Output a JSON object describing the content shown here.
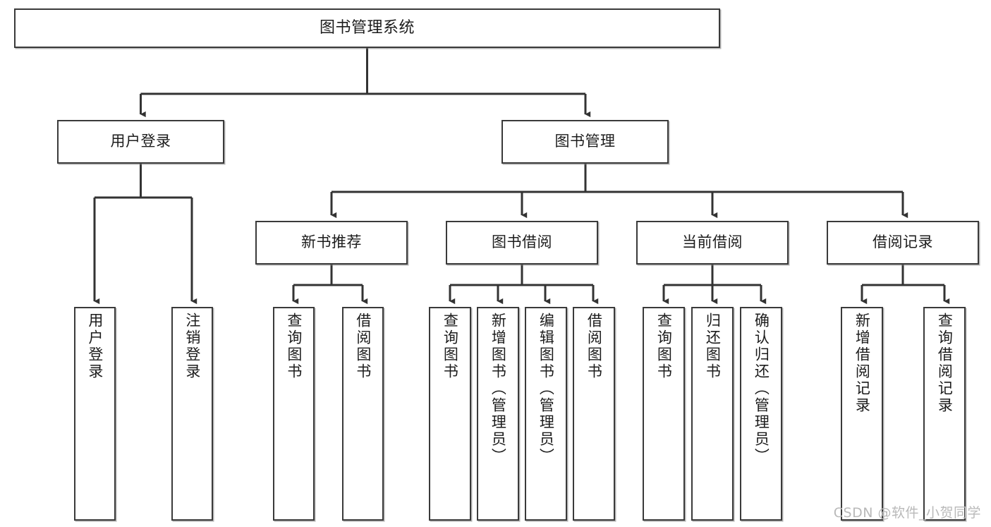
{
  "diagram": {
    "type": "tree-hierarchy",
    "title": "图书管理系统",
    "watermark": "CSDN @软件_小贺同学",
    "colors": {
      "background": "#ffffff",
      "box_border": "#3a3a3a",
      "box_fill": "#ffffff",
      "connector": "#333333",
      "text": "#1c1c1c",
      "watermark": "#b9b9b9"
    },
    "root": {
      "id": "root",
      "label": "图书管理系统"
    },
    "level2": [
      {
        "id": "user-login",
        "label": "用户登录"
      },
      {
        "id": "book-manage",
        "label": "图书管理"
      }
    ],
    "level3": [
      {
        "id": "new-book-rec",
        "label": "新书推荐",
        "parent": "book-manage"
      },
      {
        "id": "book-borrow",
        "label": "图书借阅",
        "parent": "book-manage"
      },
      {
        "id": "current-borrow",
        "label": "当前借阅",
        "parent": "book-manage"
      },
      {
        "id": "borrow-record",
        "label": "借阅记录",
        "parent": "book-manage"
      }
    ],
    "leaves": [
      {
        "id": "leaf-user-login",
        "label": "用户登录",
        "parent": "user-login"
      },
      {
        "id": "leaf-user-logout",
        "label": "注销登录",
        "parent": "user-login"
      },
      {
        "id": "leaf-rec-query",
        "label": "查询图书",
        "parent": "new-book-rec"
      },
      {
        "id": "leaf-rec-borrow",
        "label": "借阅图书",
        "parent": "new-book-rec"
      },
      {
        "id": "leaf-borrow-query",
        "label": "查询图书",
        "parent": "book-borrow"
      },
      {
        "id": "leaf-borrow-add",
        "label": "新增图书（管理员）",
        "parent": "book-borrow"
      },
      {
        "id": "leaf-borrow-edit",
        "label": "编辑图书（管理员）",
        "parent": "book-borrow"
      },
      {
        "id": "leaf-borrow-do",
        "label": "借阅图书",
        "parent": "book-borrow"
      },
      {
        "id": "leaf-current-query",
        "label": "查询图书",
        "parent": "current-borrow"
      },
      {
        "id": "leaf-current-return",
        "label": "归还图书",
        "parent": "current-borrow"
      },
      {
        "id": "leaf-current-confirm",
        "label": "确认归还（管理员）",
        "parent": "current-borrow"
      },
      {
        "id": "leaf-record-add",
        "label": "新增借阅记录",
        "parent": "borrow-record"
      },
      {
        "id": "leaf-record-query",
        "label": "查询借阅记录",
        "parent": "borrow-record"
      }
    ]
  }
}
